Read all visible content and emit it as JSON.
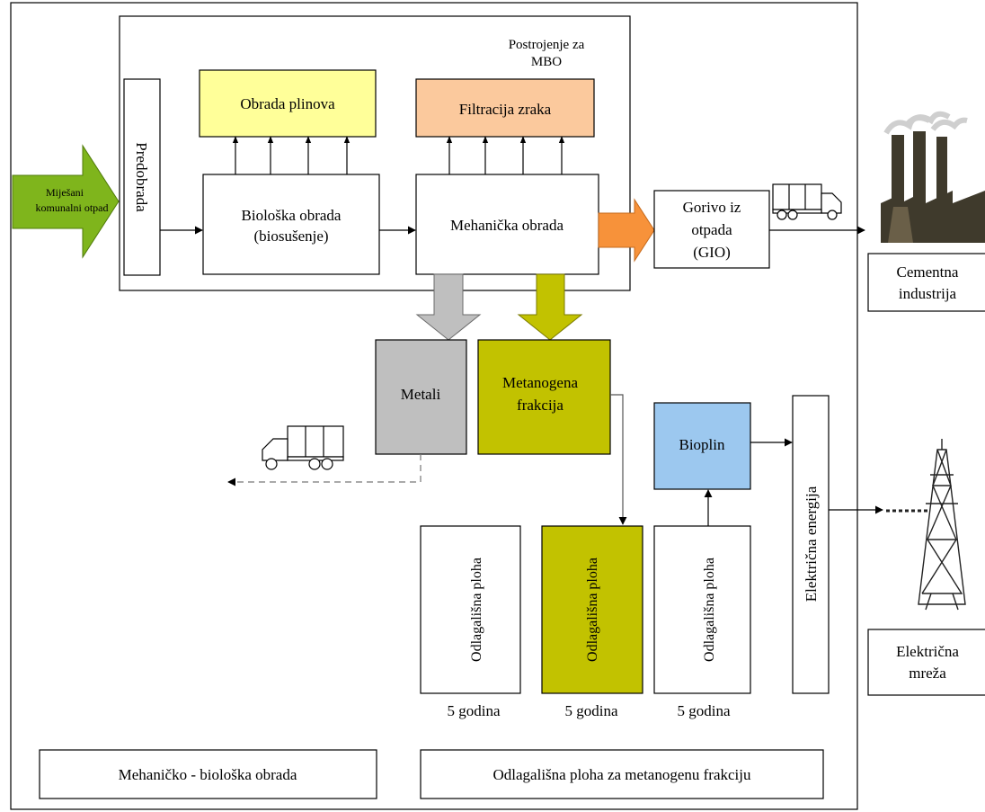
{
  "diagram": {
    "plant_label_line1": "Postrojenje za",
    "plant_label_line2": "MBO",
    "input_label_line1": "Miješani",
    "input_label_line2": "komunalni otpad",
    "pretreatment": "Predobrada",
    "gas_treatment": "Obrada plinova",
    "air_filtration": "Filtracija zraka",
    "biological_line1": "Biološka obrada",
    "biological_line2": "(biosušenje)",
    "mechanical": "Mehanička obrada",
    "rdf_line1": "Gorivo iz",
    "rdf_line2": "otpada",
    "rdf_line3": "(GIO)",
    "cement_line1": "Cementna",
    "cement_line2": "industrija",
    "metals": "Metali",
    "methanogenic_line1": "Metanogena",
    "methanogenic_line2": "frakcija",
    "biogas": "Bioplin",
    "electricity": "Električna energija",
    "landfill_cell": "Odlagališna ploha",
    "years": "5 godina",
    "grid_line1": "Električna",
    "grid_line2": "mreža",
    "footer_left": "Mehaničko - biološka obrada",
    "footer_right": "Odlagališna ploha za metanogenu frakciju"
  },
  "colors": {
    "input_arrow": "#7fb51c",
    "gas_box": "#ffff99",
    "filter_box": "#fbc99d",
    "rdf_arrow": "#f7923a",
    "metals": "#bfbfbf",
    "methanogenic": "#c2c200",
    "biogas": "#9cc8ef",
    "factory": "#3f3a2c"
  }
}
